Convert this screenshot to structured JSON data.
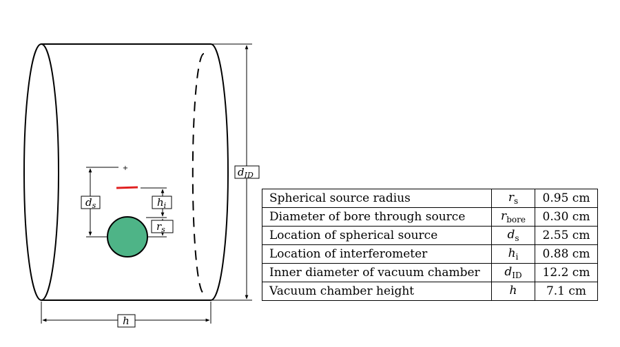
{
  "labels": {
    "ds": {
      "main": "d",
      "sub": "s"
    },
    "hi": {
      "main": "h",
      "sub": "i"
    },
    "rs": {
      "main": "r",
      "sub": "s"
    },
    "did": {
      "main": "d",
      "sub": "ID"
    },
    "h": {
      "main": "h",
      "sub": ""
    }
  },
  "colors": {
    "source_fill": "#4eb487",
    "interferometer": "#e02020",
    "line": "#000000"
  },
  "table": {
    "rows": [
      {
        "description": "Spherical source radius",
        "symbol": "r",
        "symbol_sub": "s",
        "value": "0.95 cm"
      },
      {
        "description": "Diameter of bore through source",
        "symbol": "r",
        "symbol_sub": "bore",
        "value": "0.30 cm"
      },
      {
        "description": "Location of spherical source",
        "symbol": "d",
        "symbol_sub": "s",
        "value": "2.55 cm"
      },
      {
        "description": "Location of interferometer",
        "symbol": "h",
        "symbol_sub": "i",
        "value": "0.88 cm"
      },
      {
        "description": "Inner diameter of vacuum chamber",
        "symbol": "d",
        "symbol_sub": "ID",
        "value": "12.2 cm"
      },
      {
        "description": "Vacuum chamber height",
        "symbol": "h",
        "symbol_sub": "",
        "value": "7.1 cm"
      }
    ]
  }
}
